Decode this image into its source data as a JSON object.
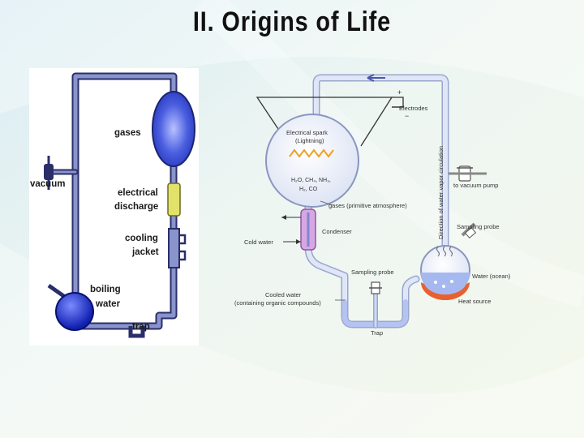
{
  "slide": {
    "title": "II. Origins of Life"
  },
  "left_diagram": {
    "labels": {
      "gases": "gases",
      "vacuum": "vacuum",
      "electrical": "electrical",
      "discharge": "discharge",
      "cooling": "cooling",
      "jacket": "jacket",
      "boiling": "boiling",
      "water": "water",
      "trap": "trap"
    },
    "colors": {
      "tube": "#7b86c2",
      "flask": "#2233cc",
      "electrode": "#dddd55"
    }
  },
  "right_diagram": {
    "labels": {
      "plus": "+",
      "minus": "−",
      "electrodes": "Electrodes",
      "spark1": "Electrical spark",
      "spark2": "(Lightning)",
      "chem1": "H₂O, CH₄, NH₃,",
      "chem2": "H₂, CO",
      "gases": "gases (primitive atmosphere)",
      "condenser": "Condenser",
      "cold_water": "Cold water",
      "circulation": "Direction of water vapor circulation",
      "vacuum_pump": "to vacuum pump",
      "sampling_probe_top": "Sampling probe",
      "sampling_probe_bottom": "Sampling probe",
      "water_ocean": "Water (ocean)",
      "heat_source": "Heat source",
      "cooled1": "Cooled water",
      "cooled2": "(containing organic compounds)",
      "trap": "Trap"
    },
    "colors": {
      "tube": "#c8d2f0",
      "spark": "#f0a020",
      "heat": "#e86030",
      "water": "#9fb4ee"
    }
  }
}
